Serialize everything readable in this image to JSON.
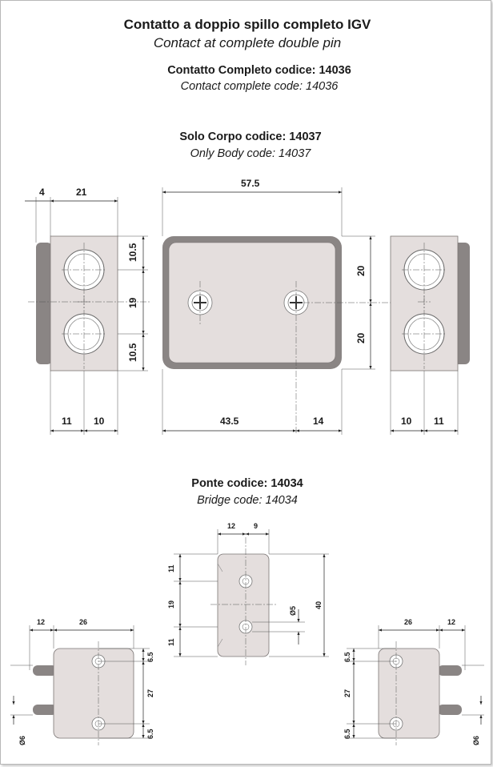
{
  "title": {
    "it": "Contatto a doppio spillo completo  IGV",
    "en": "Contact at complete double pin"
  },
  "complete": {
    "it": "Contatto Completo codice: 14036",
    "en": "Contact complete code: 14036"
  },
  "body": {
    "it": "Solo  Corpo codice: 14037",
    "en": "Only Body code: 14037"
  },
  "bridge": {
    "it": "Ponte codice: 14034",
    "en": "Bridge code: 14034"
  },
  "dims": {
    "d4": "4",
    "d21": "21",
    "d575": "57.5",
    "d105a": "10.5",
    "d19": "19",
    "d105b": "10.5",
    "d20a": "20",
    "d20b": "20",
    "d11l": "11",
    "d10l": "10",
    "d435": "43.5",
    "d14": "14",
    "d10r": "10",
    "d11r": "11",
    "b12": "12",
    "b9": "9",
    "b11a": "11",
    "b19": "19",
    "b11b": "11",
    "bphi5": "Ø5",
    "b40": "40",
    "l12": "12",
    "l26": "26",
    "l65a": "6.5",
    "l27": "27",
    "l65b": "6.5",
    "lphi6": "Ø6",
    "r26": "26",
    "r12": "12",
    "r65a": "6.5",
    "r27": "27",
    "r65b": "6.5",
    "rphi6": "Ø6"
  },
  "colors": {
    "part_fill": "#e4dedd",
    "part_edge": "#7a7574",
    "frame_dark": "#8a8584",
    "hole_ring": "#ffffff"
  }
}
